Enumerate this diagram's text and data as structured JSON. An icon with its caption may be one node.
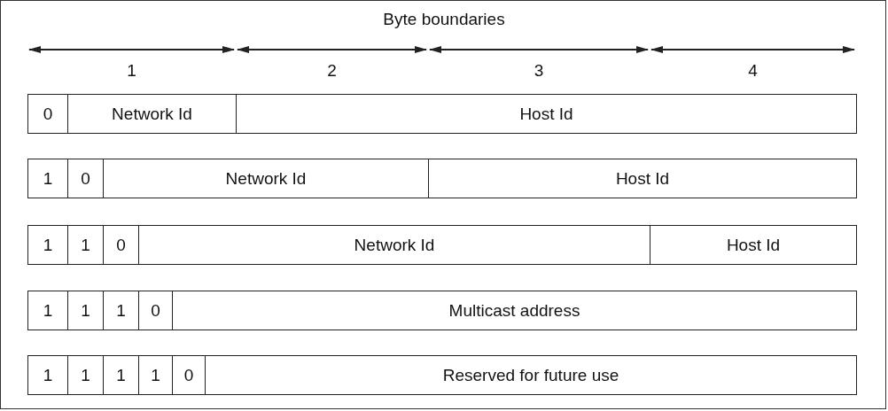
{
  "diagram": {
    "labels": [
      "Byte boundaries",
      "1",
      "2",
      "3",
      "4",
      "0",
      "Network Id",
      "Host Id",
      "1",
      "0",
      "Network Id",
      "Host Id",
      "1",
      "1",
      "0",
      "Network Id",
      "Host Id",
      "1",
      "1",
      "1",
      "0",
      "Multicast address",
      "1",
      "1",
      "1",
      "1",
      "0",
      "Reserved for future use"
    ]
  }
}
